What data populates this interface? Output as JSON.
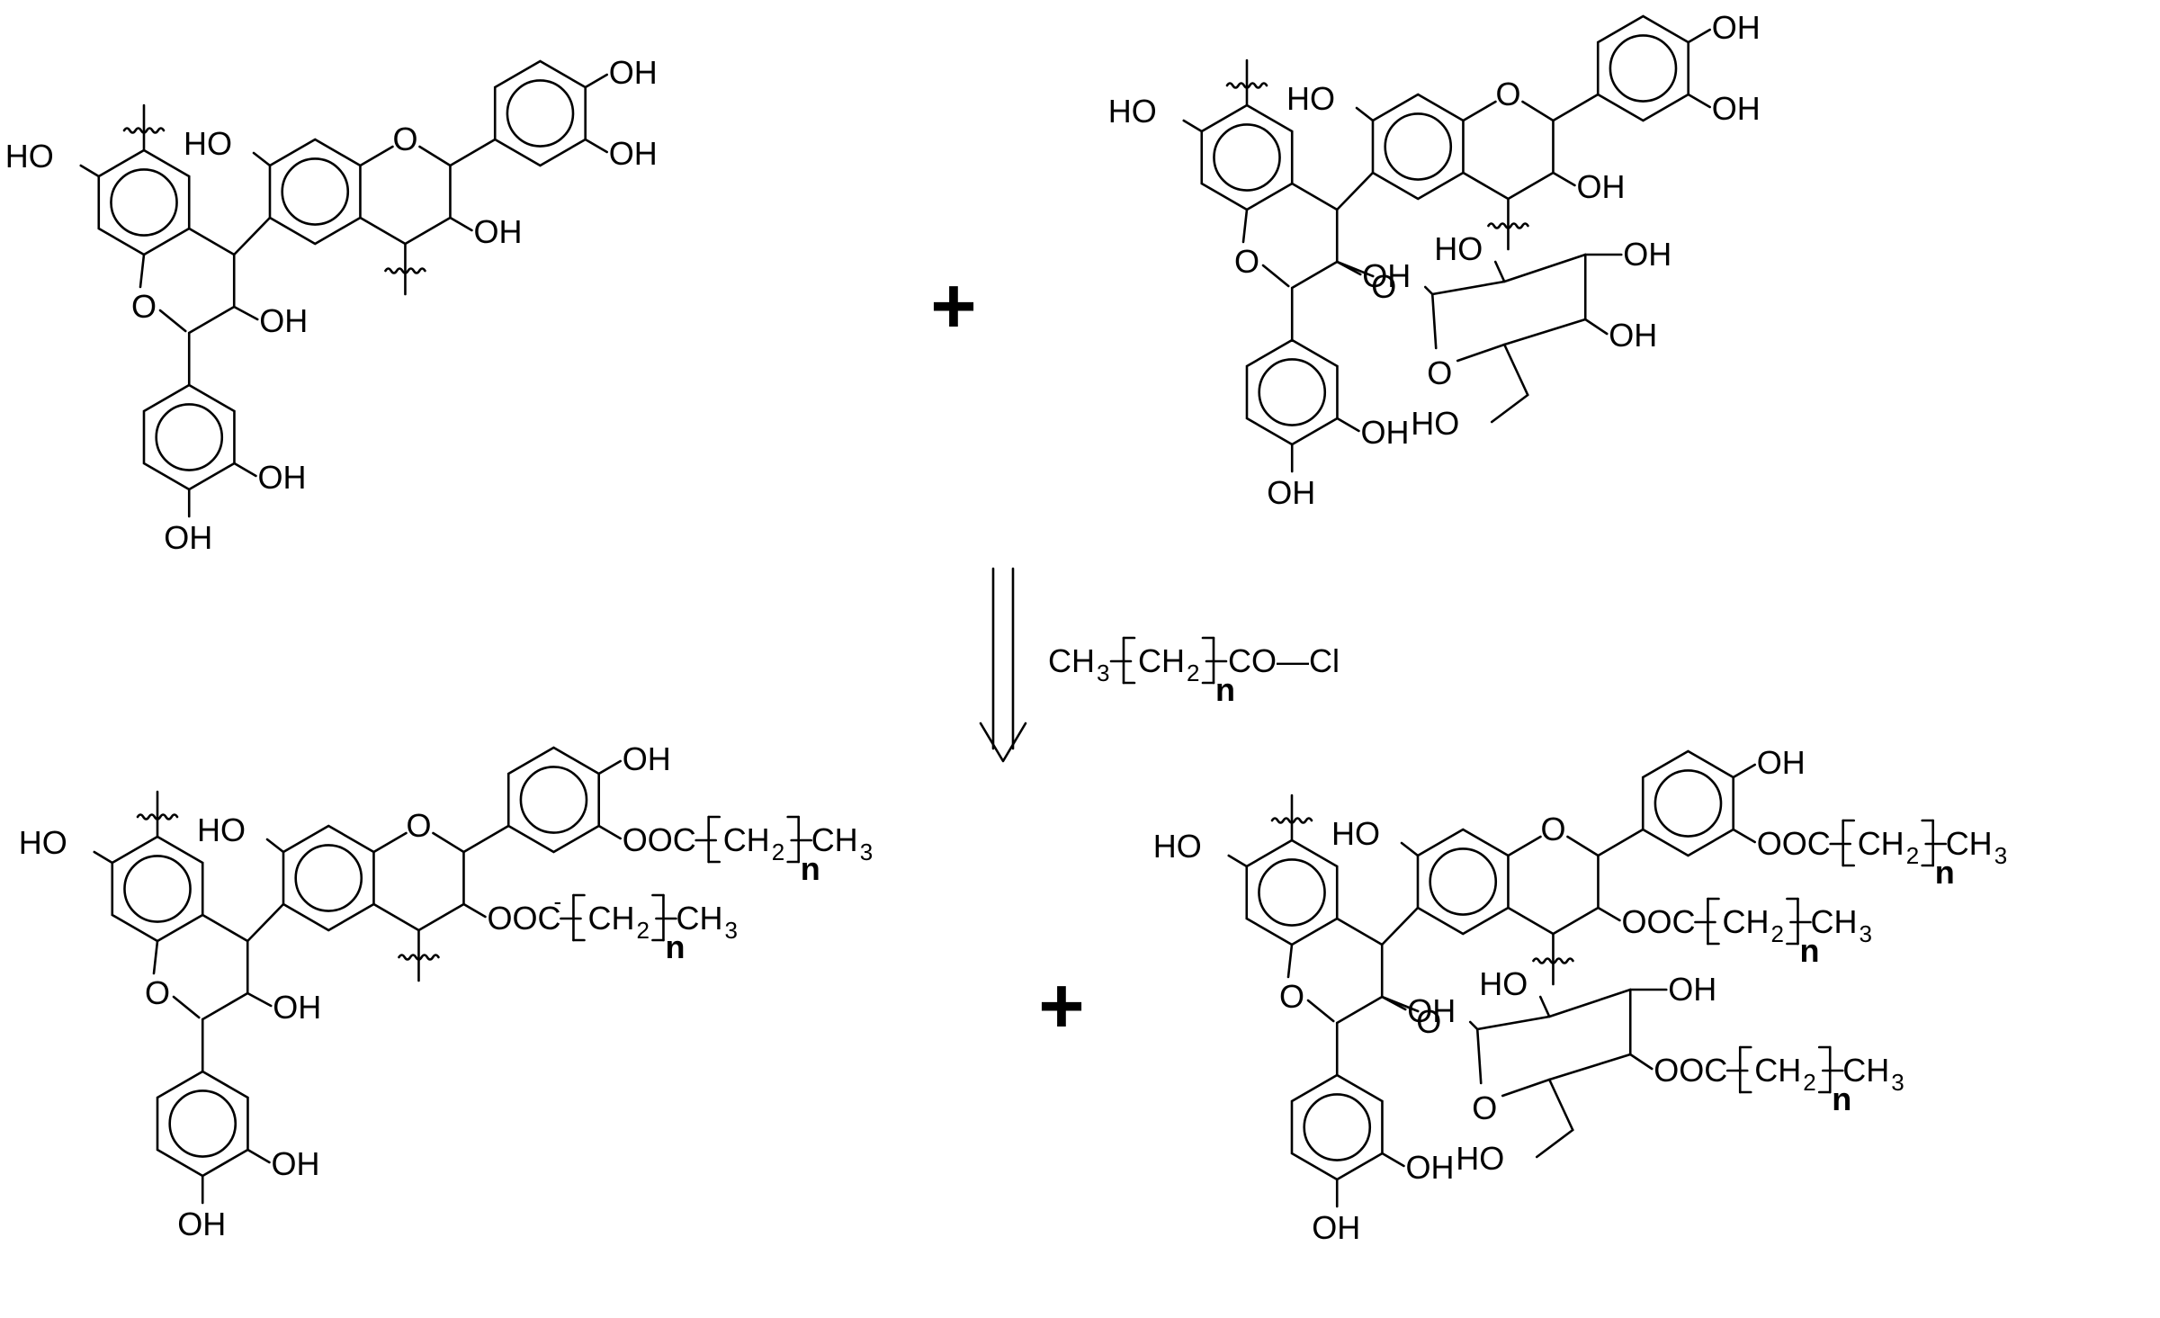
{
  "labels": {
    "oh": "OH",
    "ho": "HO",
    "o": "O",
    "ooc": "OOC",
    "ch": "CH",
    "ch3": "CH",
    "n": "n",
    "two": "2",
    "three": "3",
    "minus": "-"
  },
  "reagent": {
    "ch3": "CH",
    "three": "3",
    "ch2": "CH",
    "two": "2",
    "n": "n",
    "co_cl": "CO—Cl"
  },
  "plus_sign": "+"
}
